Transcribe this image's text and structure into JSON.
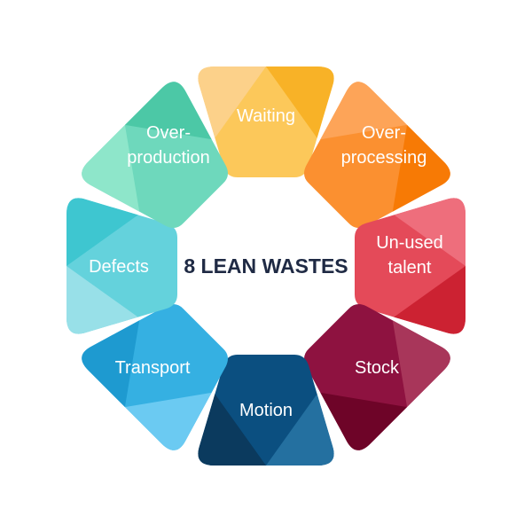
{
  "title": "8 LEAN WASTES",
  "segments": [
    {
      "lines": [
        "Waiting"
      ],
      "colors": {
        "light": "#FCD18A",
        "mid": "#FCC85A",
        "dark": "#F8B227"
      }
    },
    {
      "lines": [
        "Over-",
        "processing"
      ],
      "colors": {
        "light": "#FDA458",
        "mid": "#FB9030",
        "dark": "#F77A05"
      }
    },
    {
      "lines": [
        "Un-used",
        "talent"
      ],
      "colors": {
        "light": "#EE6E7C",
        "mid": "#E44A59",
        "dark": "#CC2232"
      }
    },
    {
      "lines": [
        "Stock"
      ],
      "colors": {
        "light": "#A8365A",
        "mid": "#8E1240",
        "dark": "#6E0428"
      }
    },
    {
      "lines": [
        "Motion"
      ],
      "colors": {
        "light": "#2470A0",
        "mid": "#0B4F80",
        "dark": "#0B3A5E"
      }
    },
    {
      "lines": [
        "Transport"
      ],
      "colors": {
        "light": "#6BCAF2",
        "mid": "#35B0E2",
        "dark": "#1E9AD0"
      }
    },
    {
      "lines": [
        "Defects"
      ],
      "colors": {
        "light": "#98E0E8",
        "mid": "#64D2DC",
        "dark": "#3EC6D0"
      }
    },
    {
      "lines": [
        "Over-",
        "production"
      ],
      "colors": {
        "light": "#8EE6CA",
        "mid": "#6ED8BC",
        "dark": "#4CC8A6"
      }
    }
  ]
}
